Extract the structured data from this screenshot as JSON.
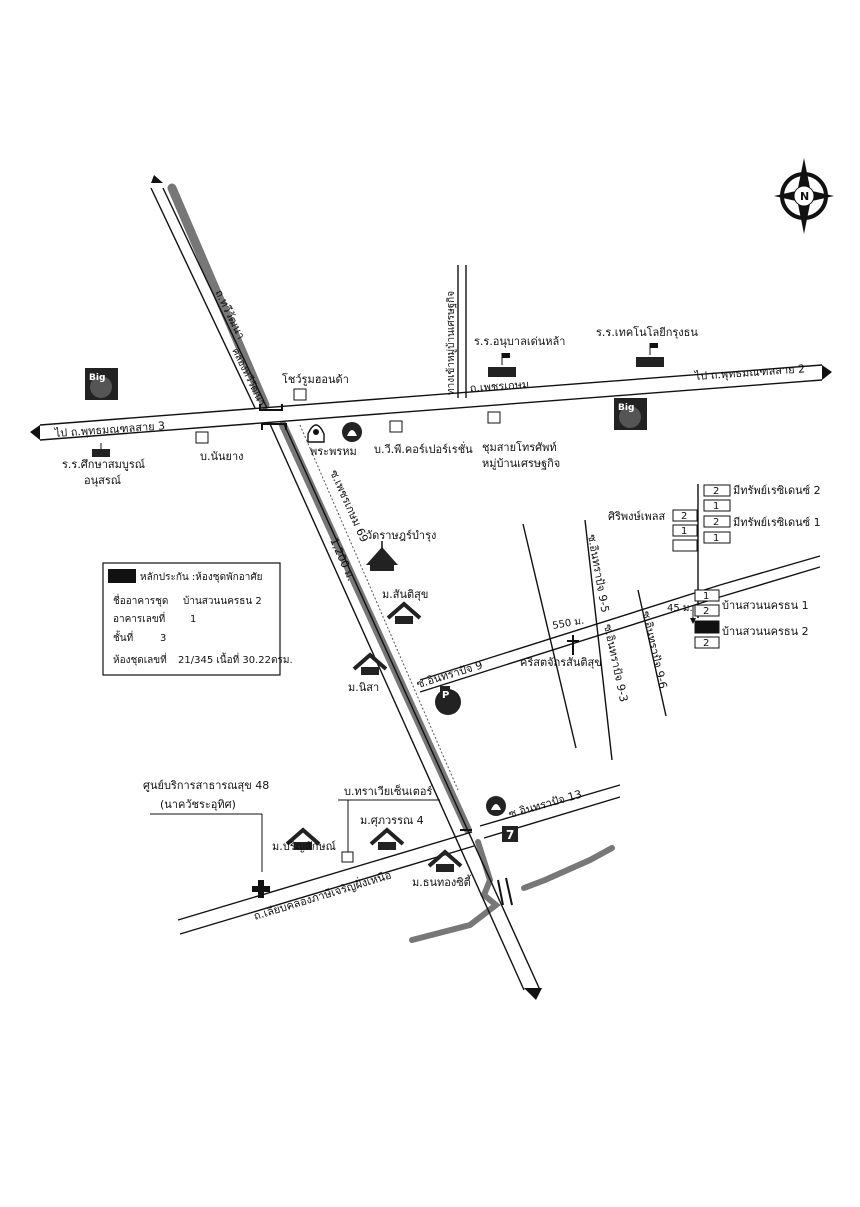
{
  "map": {
    "roads": {
      "phetkasem": "ถ.เพชรเกษม",
      "to_phutthamonthon_2": "ไป ถ.พุทธมณฑลสาย 2",
      "to_phutthamonthon_3": "ไป ถ.พุทธมณฑลสาย 3",
      "main_soi": "ซ.เพชรเกษม 69",
      "main_distance": "1,200 ม.",
      "khlong_thawi": "คลองทวีวัฒนา",
      "thawi_road": "ถ.ทวีวัฒนา",
      "road_to_village": "ทางเข้าหมู่บ้านเศรษฐกิจ",
      "inthrapithak_9": "ซ.อินทราปัจ 9",
      "inthrapithak_9_5": "ซ.อินทราปัจ 9-5",
      "inthrapithak_9_3": "ซ.อินทราปัจ 9-3",
      "inthrapithak_9_6": "ซ.อินทราปัจ 9-6",
      "inthrapithak_13": "ซ.อินทราปัจ 13",
      "liap_khlong": "ถ.เลียบคลองภาษีเจริญฝั่งเหนือ",
      "dist_550": "550 ม.",
      "dist_45": "45 ม."
    },
    "places": {
      "showroom": "โชว์รูมฮอนด้า",
      "anuban_school": "ร.ร.อนุบาลเด่นหล้า",
      "tech_school": "ร.ร.เทคโนโลยีกรุงธน",
      "siksa_school_l1": "ร.ร.ศึกษาสมบูรณ์",
      "siksa_school_l2": "อนุสรณ์",
      "ban_nanyang": "บ.นันยาง",
      "phra_phrom": "พระพรหม",
      "vp_corp": "บ.วี.พี.คอร์เปอร์เรชั่น",
      "telephone_l1": "ชุมสายโทรศัพท์",
      "telephone_l2": "หมู่บ้านเศรษฐกิจ",
      "wat": "วัดราษฎร์บำรุง",
      "m_santisuk": "ม.สันติสุข",
      "m_nisa": "ม.นิสา",
      "church": "คริสตจักรสันติสุข",
      "siriphong": "ศิริพงษ์เพลส",
      "mi_sap_2": "มีทรัพย์เรซิเดนซ์ 2",
      "mi_sap_1": "มีทรัพย์เรซิเดนซ์ 1",
      "ban_suan_1": "บ้านสวนนครธน 1",
      "ban_suan_2": "บ้านสวนนครธน 2",
      "health_l1": "ศูนย์บริการสาธารณสุข 48",
      "health_l2": "(นาควัชระอุทิศ)",
      "m_parinyalak": "ม.ปริญลักษณ์",
      "thrawi_center": "บ.ทราเวียเซ็นเตอร์",
      "m_suphawan": "ม.ศุภวรรณ 4",
      "m_thanthong": "ม.ธนทองซิตี้",
      "big": "Big",
      "compass_n": "N"
    },
    "box_numbers": {
      "one": "1",
      "two": "2"
    }
  },
  "legend": {
    "title": "หลักประกัน :ห้องชุดพักอาศัย",
    "building_name_label": "ชื่ออาคารชุด",
    "building_name_value": "บ้านสวนนครธน 2",
    "building_no_label": "อาคารเลขที่",
    "building_no_value": "1",
    "floor_label": "ชั้นที่",
    "floor_value": "3",
    "unit_label": "ห้องชุดเลขที่",
    "unit_value": "21/345 เนื้อที่ 30.22ตรม."
  },
  "colors": {
    "road": "#111111",
    "canal": "#777777",
    "collateral": "#111111"
  },
  "icons": [
    "compass-icon",
    "big-c-icon",
    "school-icon",
    "square-icon",
    "temple-icon",
    "house-icon",
    "cross-icon",
    "hospital-icon",
    "gas-station-icon",
    "seven-eleven-icon"
  ]
}
